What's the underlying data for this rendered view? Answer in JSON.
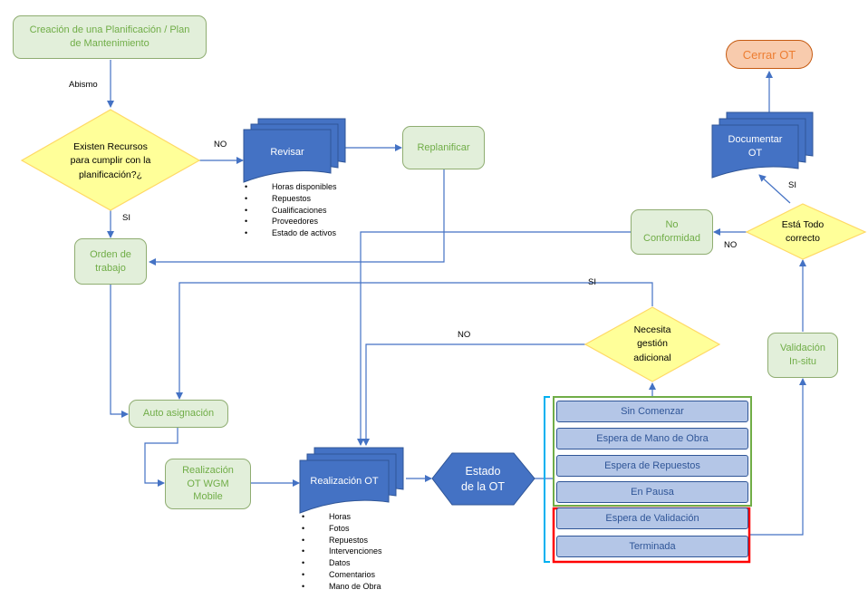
{
  "nodes": {
    "creacion": "Creación de una Planificación / Plan de Mantenimiento",
    "existen": "Existen Recursos para cumplir con la planificación?¿",
    "revisar": "Revisar",
    "replanificar": "Replanificar",
    "orden": "Orden de trabajo",
    "auto": "Auto asignación",
    "realizacion_mobile": "Realización OT WGM Mobile",
    "realizacion_ot": "Realización OT",
    "estado": "Estado de la OT",
    "necesita": "Necesita gestión adicional",
    "validacion": "Validación In-situ",
    "esta_correcto": "Está Todo correcto",
    "no_conformidad": "No Conformidad",
    "documentar": "Documentar OT",
    "cerrar": "Cerrar OT"
  },
  "edge_labels": {
    "abismo": "Abismo",
    "no_revisar": "NO",
    "si_orden": "SI",
    "si_necesita": "SI",
    "no_necesita": "NO",
    "si_documentar": "SI",
    "no_conformidad": "NO"
  },
  "revisar_items": [
    "Horas disponibles",
    "Repuestos",
    "Cualificaciones",
    "Proveedores",
    "Estado de activos"
  ],
  "realizacion_items": [
    "Horas",
    "Fotos",
    "Repuestos",
    "Intervenciones",
    "Datos",
    "Comentarios",
    "Mano de Obra"
  ],
  "status_items": [
    "Sin Comenzar",
    "Espera de Mano de Obra",
    "Espera de Repuestos",
    "En Pausa",
    "Espera de Validación",
    "Terminada"
  ],
  "colors": {
    "green_fill": "#e2efda",
    "green_text": "#70ad47",
    "blue_fill": "#4472c4",
    "connector": "#4472c4",
    "diamond_fill": "#ffff99",
    "status_fill": "#b4c6e7",
    "group_green": "#70ad47",
    "group_red": "#ff0000",
    "bracket": "#00b0f0",
    "close_fill": "#f8cbad",
    "close_text": "#ed7d31"
  }
}
